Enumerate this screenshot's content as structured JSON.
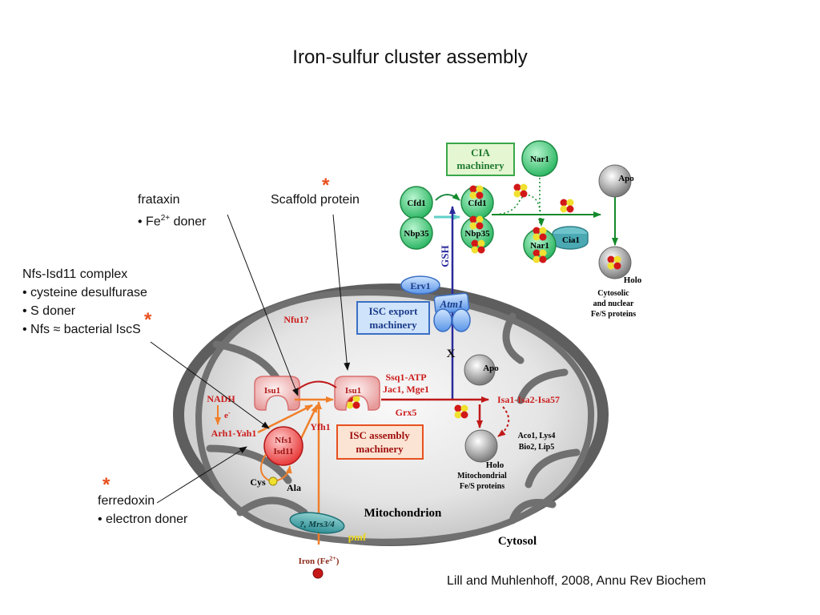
{
  "title": "Iron-sulfur cluster assembly",
  "annotations": {
    "frataxin": {
      "line1": "frataxin",
      "line2_prefix": "• Fe",
      "line2_sup": "2+",
      "line2_suffix": " doner"
    },
    "scaffold": {
      "label": "Scaffold protein",
      "star": "*"
    },
    "nfs": {
      "line1": "Nfs-Isd11 complex",
      "line2": "• cysteine desulfurase",
      "line3": "• S doner",
      "line4": "• Nfs ≈ bacterial IscS",
      "star": "*"
    },
    "ferredoxin": {
      "line1": "ferredoxin",
      "line2": "• electron doner",
      "star": "*"
    }
  },
  "citation": "Lill and Muhlenhoff, 2008, Annu Rev Biochem",
  "diagram": {
    "cia_machinery": [
      "CIA",
      "machinery"
    ],
    "nar1_top": "Nar1",
    "nar1_mid": "Nar1",
    "cia1": "Cia1",
    "cfd1_left": "Cfd1",
    "nbp35_left": "Nbp35",
    "cfd1_right": "Cfd1",
    "nbp35_right": "Nbp35",
    "apo_top": "Apo",
    "holo_top": "Holo",
    "cytosolic_proteins": [
      "Cytosolic",
      "and nuclear",
      "Fe/S proteins"
    ],
    "gsh": "GSH",
    "erv1": "Erv1",
    "isc_export": [
      "ISC export",
      "machinery"
    ],
    "atm1": "Atm1",
    "x_label": "X",
    "nfu1": "Nfu1?",
    "isu1_left": "Isu1",
    "isu1_right": "Isu1",
    "ssq1": "Ssq1-ATP",
    "jac1": "Jac1, Mge1",
    "grx5": "Grx5",
    "nadh": "NADH",
    "electron": "e",
    "electron_sup": "-",
    "arh1": "Arh1-Yah1",
    "yfh1": "Yfh1",
    "nfs1": [
      "Nfs1",
      "Isd11"
    ],
    "isc_assembly": [
      "ISC assembly",
      "machinery"
    ],
    "cys": "Cys",
    "ala": "Ala",
    "apo_mito": "Apo",
    "isa": "Isa1-Isa2-Isa57",
    "aco1": [
      "Aco1, Lys4",
      "Bio2, Lip5"
    ],
    "holo_mito": "Holo",
    "mito_proteins": [
      "Mitochondrial",
      "Fe/S proteins"
    ],
    "mitochondrion": "Mitochondrion",
    "mrs": "?, Mrs3/4",
    "pmf": "pmf",
    "cytosol": "Cytosol",
    "iron_prefix": "Iron (Fe",
    "iron_sup": "2+",
    "iron_suffix": ")"
  },
  "colors": {
    "red_label": "#cc1b1b",
    "arrow_orange": "#f07f2a",
    "arrow_green": "#138a2a",
    "arrow_blue": "#2a2a9c",
    "green_protein": "#3fd07a",
    "membrane": "#5e5e5e",
    "isc_box_bg": "#fbe4d3",
    "export_box_bg": "#cfe3fb",
    "cia_box_bg": "#e4f6d2",
    "pmf": "#f0e030"
  }
}
